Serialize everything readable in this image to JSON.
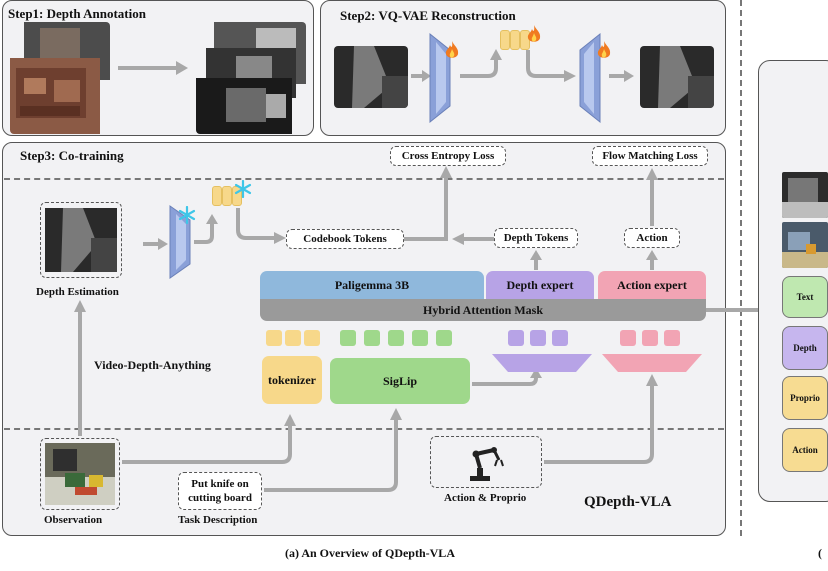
{
  "step1": {
    "title": "Step1: Depth Annotation"
  },
  "step2": {
    "title": "Step2: VQ-VAE Reconstruction"
  },
  "step3": {
    "title": "Step3: Co-training"
  },
  "labels": {
    "cross_entropy_loss": "Cross Entropy Loss",
    "flow_matching_loss": "Flow Matching Loss",
    "codebook_tokens": "Codebook Tokens",
    "depth_tokens": "Depth Tokens",
    "action": "Action",
    "depth_estimation": "Depth Estimation",
    "video_depth_anything": "Video-Depth-Anything",
    "paligemma": "Paligemma 3B",
    "depth_expert": "Depth expert",
    "action_expert": "Action expert",
    "hybrid_attention_mask": "Hybrid Attention Mask",
    "tokenizer": "tokenizer",
    "siglip": "SigLip",
    "observation": "Observation",
    "task_line1": "Put knife on",
    "task_line2": "cutting board",
    "task_description": "Task Description",
    "action_proprio": "Action & Proprio",
    "model_name": "QDepth-VLA",
    "caption_a": "(a) An Overview of QDepth-VLA",
    "caption_b_partial": "("
  },
  "side_panel": {
    "items": [
      "Text",
      "Depth",
      "Proprio",
      "Action"
    ]
  },
  "icons": {
    "fire": "fire-icon",
    "snowflake": "snowflake-icon",
    "robot_arm": "robot-arm-icon"
  },
  "colors": {
    "paligemma": "#8fb8dc",
    "depth_expert": "#b7a3e6",
    "action_expert": "#f2a4b4",
    "hybrid_mask": "#9a9a9a",
    "tokenizer": "#f7d88a",
    "siglip": "#9fd88b",
    "encoder": "#8aa0d8",
    "arrow": "#a8a8a8"
  }
}
